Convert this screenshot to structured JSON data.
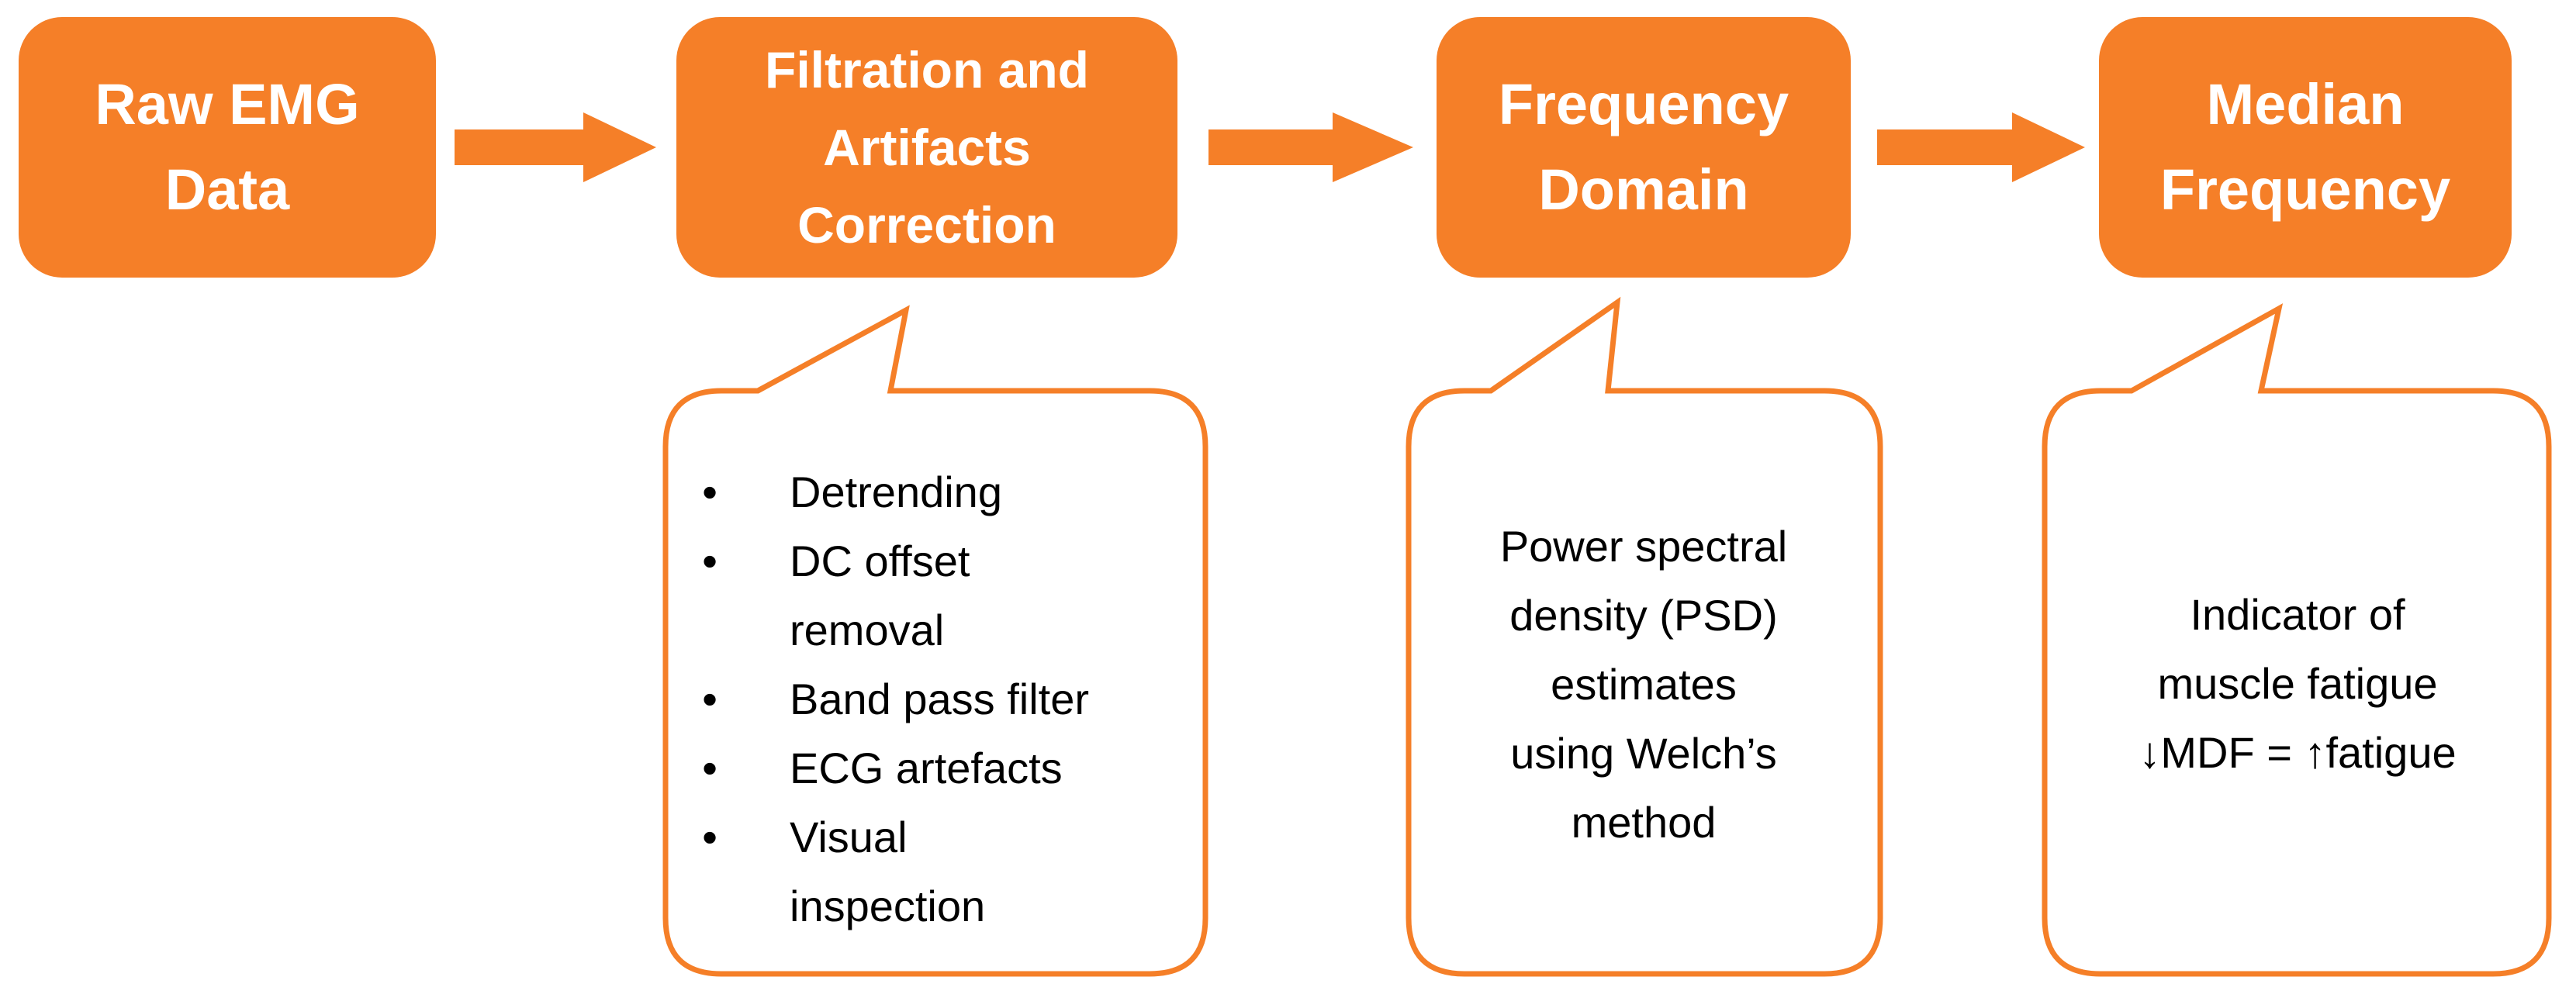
{
  "colors": {
    "accent": "#F57F28",
    "callout_outline": "#F57F28",
    "text_on_accent": "#FFFFFF"
  },
  "steps": [
    {
      "label": "Raw EMG\nData"
    },
    {
      "label": "Filtration and\nArtifacts\nCorrection"
    },
    {
      "label": "Frequency\nDomain"
    },
    {
      "label": "Median\nFrequency"
    }
  ],
  "callouts": {
    "filtration": {
      "bullet_symbol": "•",
      "items": [
        {
          "lines": [
            "Detrending"
          ]
        },
        {
          "lines": [
            "DC offset",
            "removal"
          ]
        },
        {
          "lines": [
            "Band pass filter"
          ]
        },
        {
          "lines": [
            "ECG artefacts"
          ]
        },
        {
          "lines": [
            "Visual",
            "inspection"
          ]
        }
      ]
    },
    "frequency": {
      "lines": [
        "Power spectral",
        "density (PSD)",
        "estimates",
        "using Welch’s",
        "method"
      ]
    },
    "median": {
      "lines": [
        "Indicator of",
        "muscle fatigue",
        "↓MDF = ↑fatigue"
      ]
    }
  }
}
